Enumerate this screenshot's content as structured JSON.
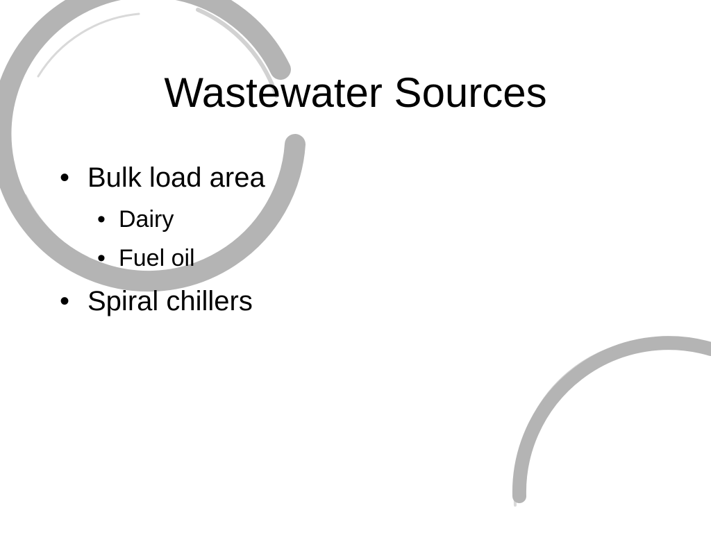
{
  "slide": {
    "title": "Wastewater Sources",
    "bullets": [
      {
        "text": "Bulk load area",
        "children": [
          {
            "text": "Dairy"
          },
          {
            "text": "Fuel oil"
          }
        ]
      },
      {
        "text": "Spiral chillers",
        "children": []
      }
    ],
    "bullet_glyph": "•",
    "colors": {
      "background": "#ffffff",
      "text": "#000000",
      "brush_ring": "#b4b4b4"
    }
  }
}
